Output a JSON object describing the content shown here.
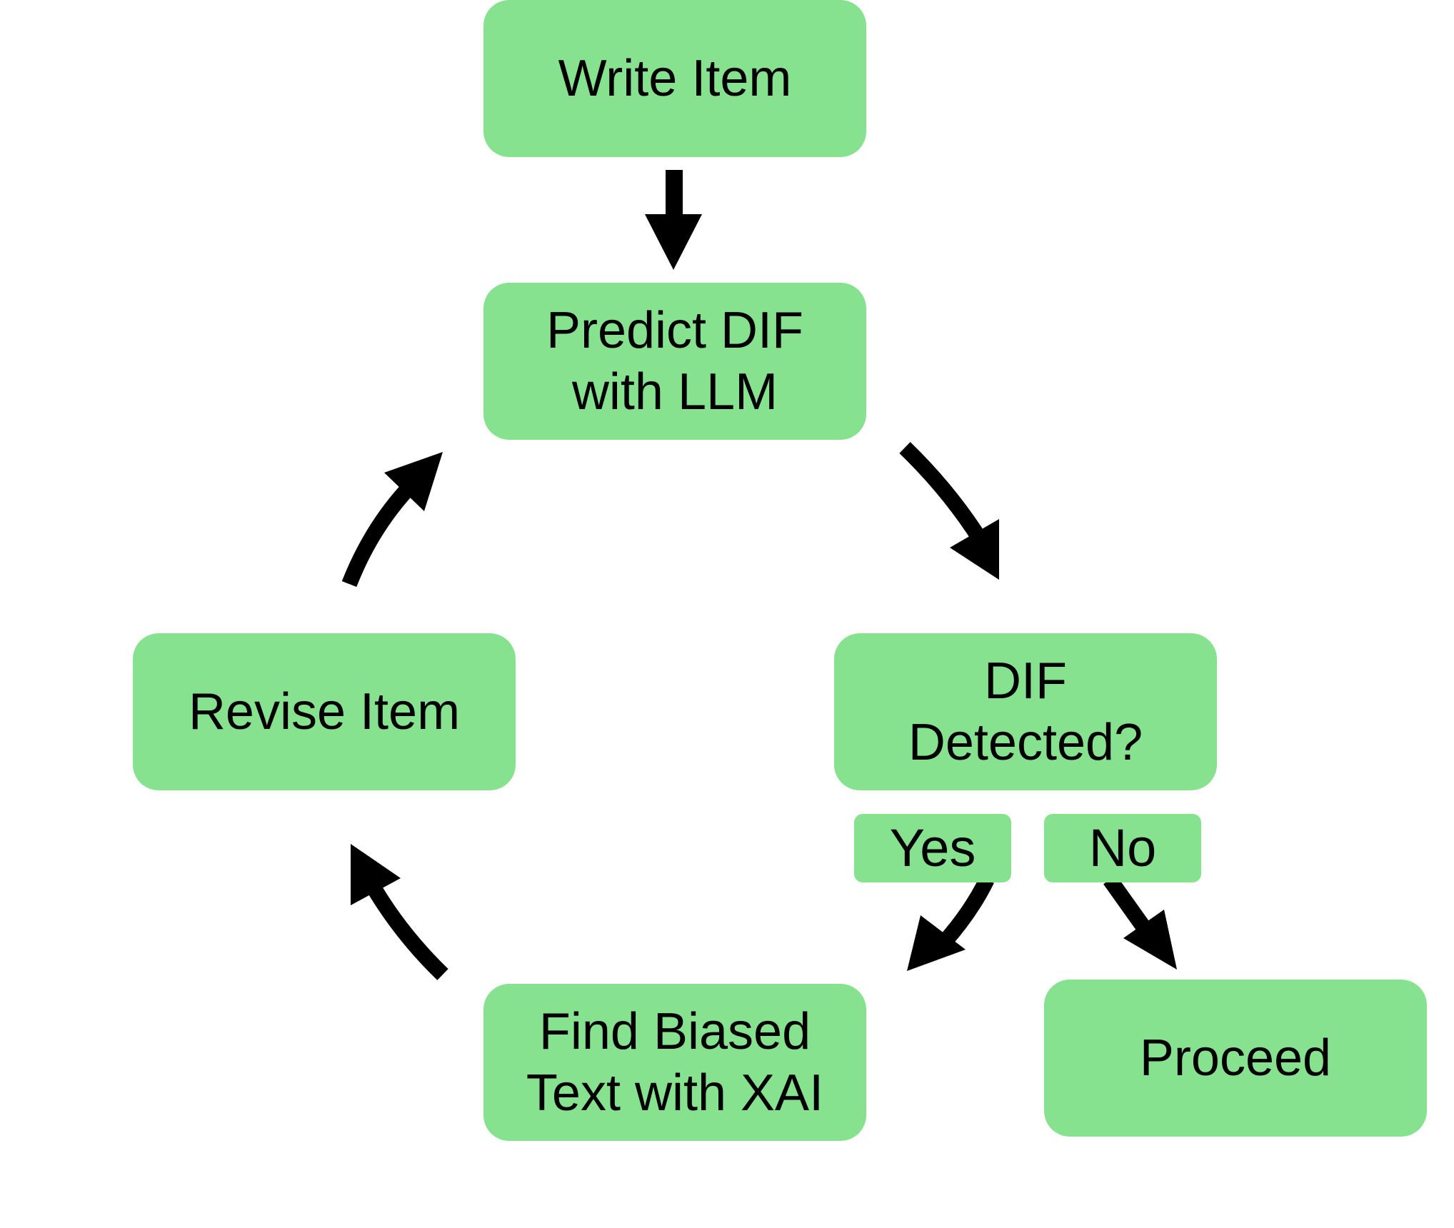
{
  "diagram": {
    "nodes": {
      "write_item": "Write Item",
      "predict_dif": "Predict DIF\nwith LLM",
      "dif_detected": "DIF\nDetected?",
      "revise_item": "Revise Item",
      "find_biased": "Find Biased\nText with XAI",
      "proceed": "Proceed"
    },
    "branches": {
      "yes": "Yes",
      "no": "No"
    },
    "colors": {
      "node_fill": "#87e290",
      "arrow": "#000000",
      "text": "#000000"
    }
  }
}
